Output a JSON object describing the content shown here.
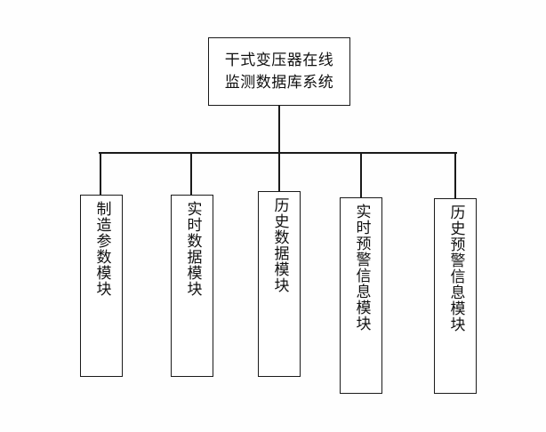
{
  "diagram": {
    "type": "hierarchical-block-diagram",
    "root": {
      "id": "root",
      "label": "干式变压器在线\n监测数据库系统",
      "label_plain": "干式变压器在线监测数据库系统"
    },
    "children": [
      {
        "id": "module-1",
        "label": "制造参数模块"
      },
      {
        "id": "module-2",
        "label": "实时数据模块"
      },
      {
        "id": "module-3",
        "label": "历史数据模块"
      },
      {
        "id": "module-4",
        "label": "实时预警信息模块"
      },
      {
        "id": "module-5",
        "label": "历史预警信息模块"
      }
    ],
    "colors": {
      "background": "#fefefe",
      "stroke": "#1a1a1a",
      "text": "#111111",
      "box_fill": "#ffffff"
    }
  }
}
